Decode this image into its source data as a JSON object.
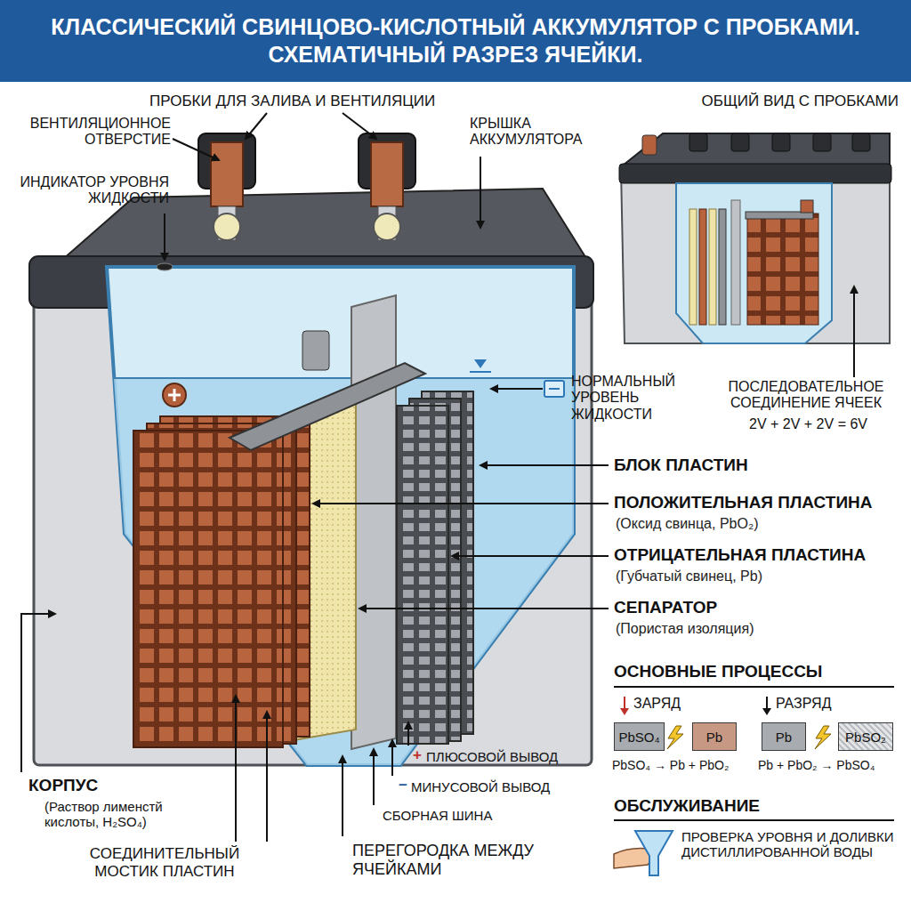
{
  "diagram": {
    "title": "КЛАССИЧЕСКИЙ СВИНЦОВО-КИСЛОТНЫЙ АККУМУЛЯТОР С ПРОБКАМИ. СХЕМАТИЧНЫЙ РАЗРЕЗ ЯЧЕЙКИ.",
    "nodes": [
      {
        "text": [
          "PbSO₄"
        ]
      },
      {
        "text": [
          "Pb"
        ]
      },
      {
        "text": [
          "Pb"
        ]
      },
      {
        "text": [
          "PbSO₂"
        ]
      }
    ],
    "labels": [
      "ПРОБКИ ДЛЯ ЗАЛИВА И ВЕНТИЛЯЦИИ",
      "ВЕНТИЛЯЦИОННОЕ ОТВЕРСТИЕ",
      "ИНДИКАТОР УРОВНЯ ЖИДКОСТИ",
      "КРЫШКА АККУМУЛЯТОРА",
      "ОБЩИЙ ВИД С ПРОБКАМИ",
      "НОРМАЛЬНЫЙ УРОВЕНЬ ЖИДКОСТИ",
      "ПОСЛЕДОВАТЕЛЬНОЕ СОЕДИНЕНИЕ ЯЧЕЕК",
      "2V + 2V + 2V = 6V",
      "БЛОК ПЛАСТИН",
      "ПОЛОЖИТЕЛЬНАЯ ПЛАСТИНА",
      "(Оксид свинца, PbO₂)",
      "ОТРИЦАТЕЛЬНАЯ ПЛАСТИНА",
      "(Губчатый свинец, Pb)",
      "СЕПАРАТОР",
      "(Пористая изоляция)",
      "ОСНОВНЫЕ ПРОЦЕССЫ",
      "ЗАРЯД",
      "РАЗРЯД",
      "PbSO₄ → Pb + PbO₂",
      "Pb + PbO₂ → PbSO₄",
      "+",
      "ПЛЮСОВОЙ ВЫВОД",
      "−",
      "МИНУСОВОЙ ВЫВОД",
      "СБОРНАЯ ШИНА",
      "ОБСЛУЖИВАНИЕ",
      "ПРОВЕРКА УРОВНЯ И ДОЛИВКИ ДИСТИЛЛИРОВАННОЙ ВОДЫ",
      "КОРПУС",
      "(Раствор лименстй кислоты, H₂SO₄)",
      "СОЕДИНИТЕЛЬНЫЙ МОСТИК ПЛАСТИН",
      "ПЕРЕГОРОДКА МЕЖДУ ЯЧЕЙКАМИ"
    ]
  }
}
